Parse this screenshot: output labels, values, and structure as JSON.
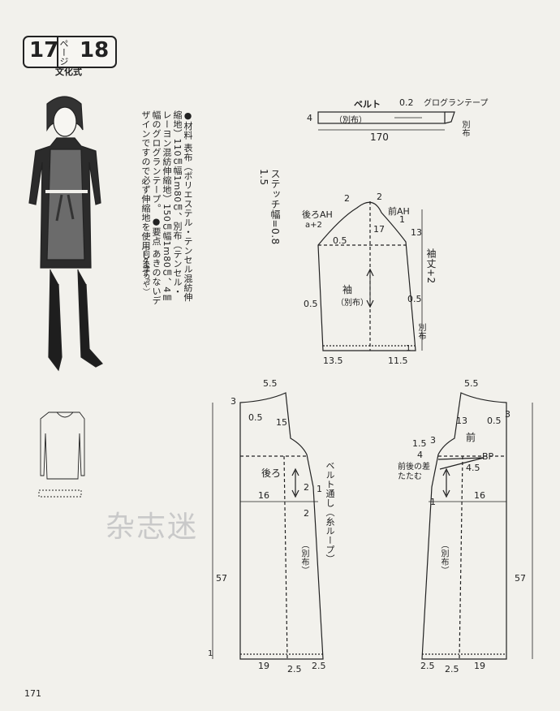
{
  "header": {
    "page_a": "17",
    "page_unit": "ページ",
    "page_b": "18",
    "school": "文化式"
  },
  "notes": {
    "materials": "●材料 表布（ポリエステル・テンセル混紡伸縮地）110㎝幅1m80㎝、別布（テンセル・レーヨン混紡伸縮地）150㎝幅1m80㎝、4㎜幅のグログランテープ。",
    "points": "●要点 あきのないデザインですので必ず伸縮地を使用します。",
    "credit": "（向久津つや）"
  },
  "stitch_note": "ステッチ幅=0.8 1.5",
  "belt": {
    "title": "ベルト",
    "tape": "グログランテープ",
    "fabric": "（別布）",
    "length": "170",
    "width": "4",
    "seam": "0.2",
    "end_label": "別布"
  },
  "sleeve": {
    "title": "袖",
    "fabric": "（別布）",
    "back_ah": "後ろAH",
    "back_ah_sub": "a+2",
    "front_ah": "前AH",
    "cap": "2",
    "cap_height": "17",
    "front_offset": "1",
    "front_top": "13",
    "back_curve": "0.5",
    "length_label": "袖丈+2",
    "left_ease": "0.5",
    "right_ease": "0.5",
    "hem_left": "13.5",
    "hem_right": "11.5",
    "cuff": "別布",
    "hem_seam": "1"
  },
  "back_bodice": {
    "title": "後ろ",
    "fabric": "（別布）",
    "neck_width": "5.5",
    "neck_drop": "3",
    "neck_curve": "0.5",
    "shoulder": "15",
    "belt_loop": "ベルト通し（糸ループ）",
    "waist": "16",
    "side_in": "2",
    "side_in2": "1",
    "length": "57",
    "hem_width": "19",
    "hem_flare": "2.5",
    "hem_flare2": "2.5",
    "mark": "1"
  },
  "front_bodice": {
    "title": "前",
    "fabric": "（別布）",
    "neck_width": "5.5",
    "neck_drop": "3",
    "neck_curve": "0.5",
    "shoulder_drop": "13",
    "bust_in": "1.5",
    "dart_top": "3",
    "dart_side": "4",
    "bp": "BP",
    "bp_dist": "4.5",
    "dart_note": "前後の差たたむ",
    "waist": "16",
    "mark": "1",
    "length": "57",
    "hem_flare": "2.5",
    "hem_flare2": "2.5",
    "hem_width": "19"
  },
  "footer": {
    "page_number": "171",
    "watermark": "杂志迷"
  }
}
